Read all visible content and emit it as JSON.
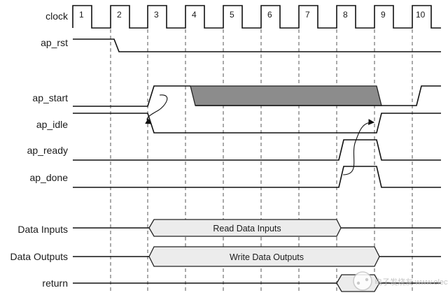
{
  "signals": {
    "clock": "clock",
    "ap_rst": "ap_rst",
    "ap_start": "ap_start",
    "ap_idle": "ap_idle",
    "ap_ready": "ap_ready",
    "ap_done": "ap_done",
    "data_inputs": "Data Inputs",
    "data_outputs": "Data Outputs",
    "return": "return"
  },
  "clock_cycles": [
    "1",
    "2",
    "3",
    "4",
    "5",
    "6",
    "7",
    "8",
    "9",
    "10"
  ],
  "buses": {
    "read_inputs": "Read Data Inputs",
    "write_outputs": "Write Data Outputs"
  },
  "watermark": "电子发烧友  www.elecfans.com"
}
